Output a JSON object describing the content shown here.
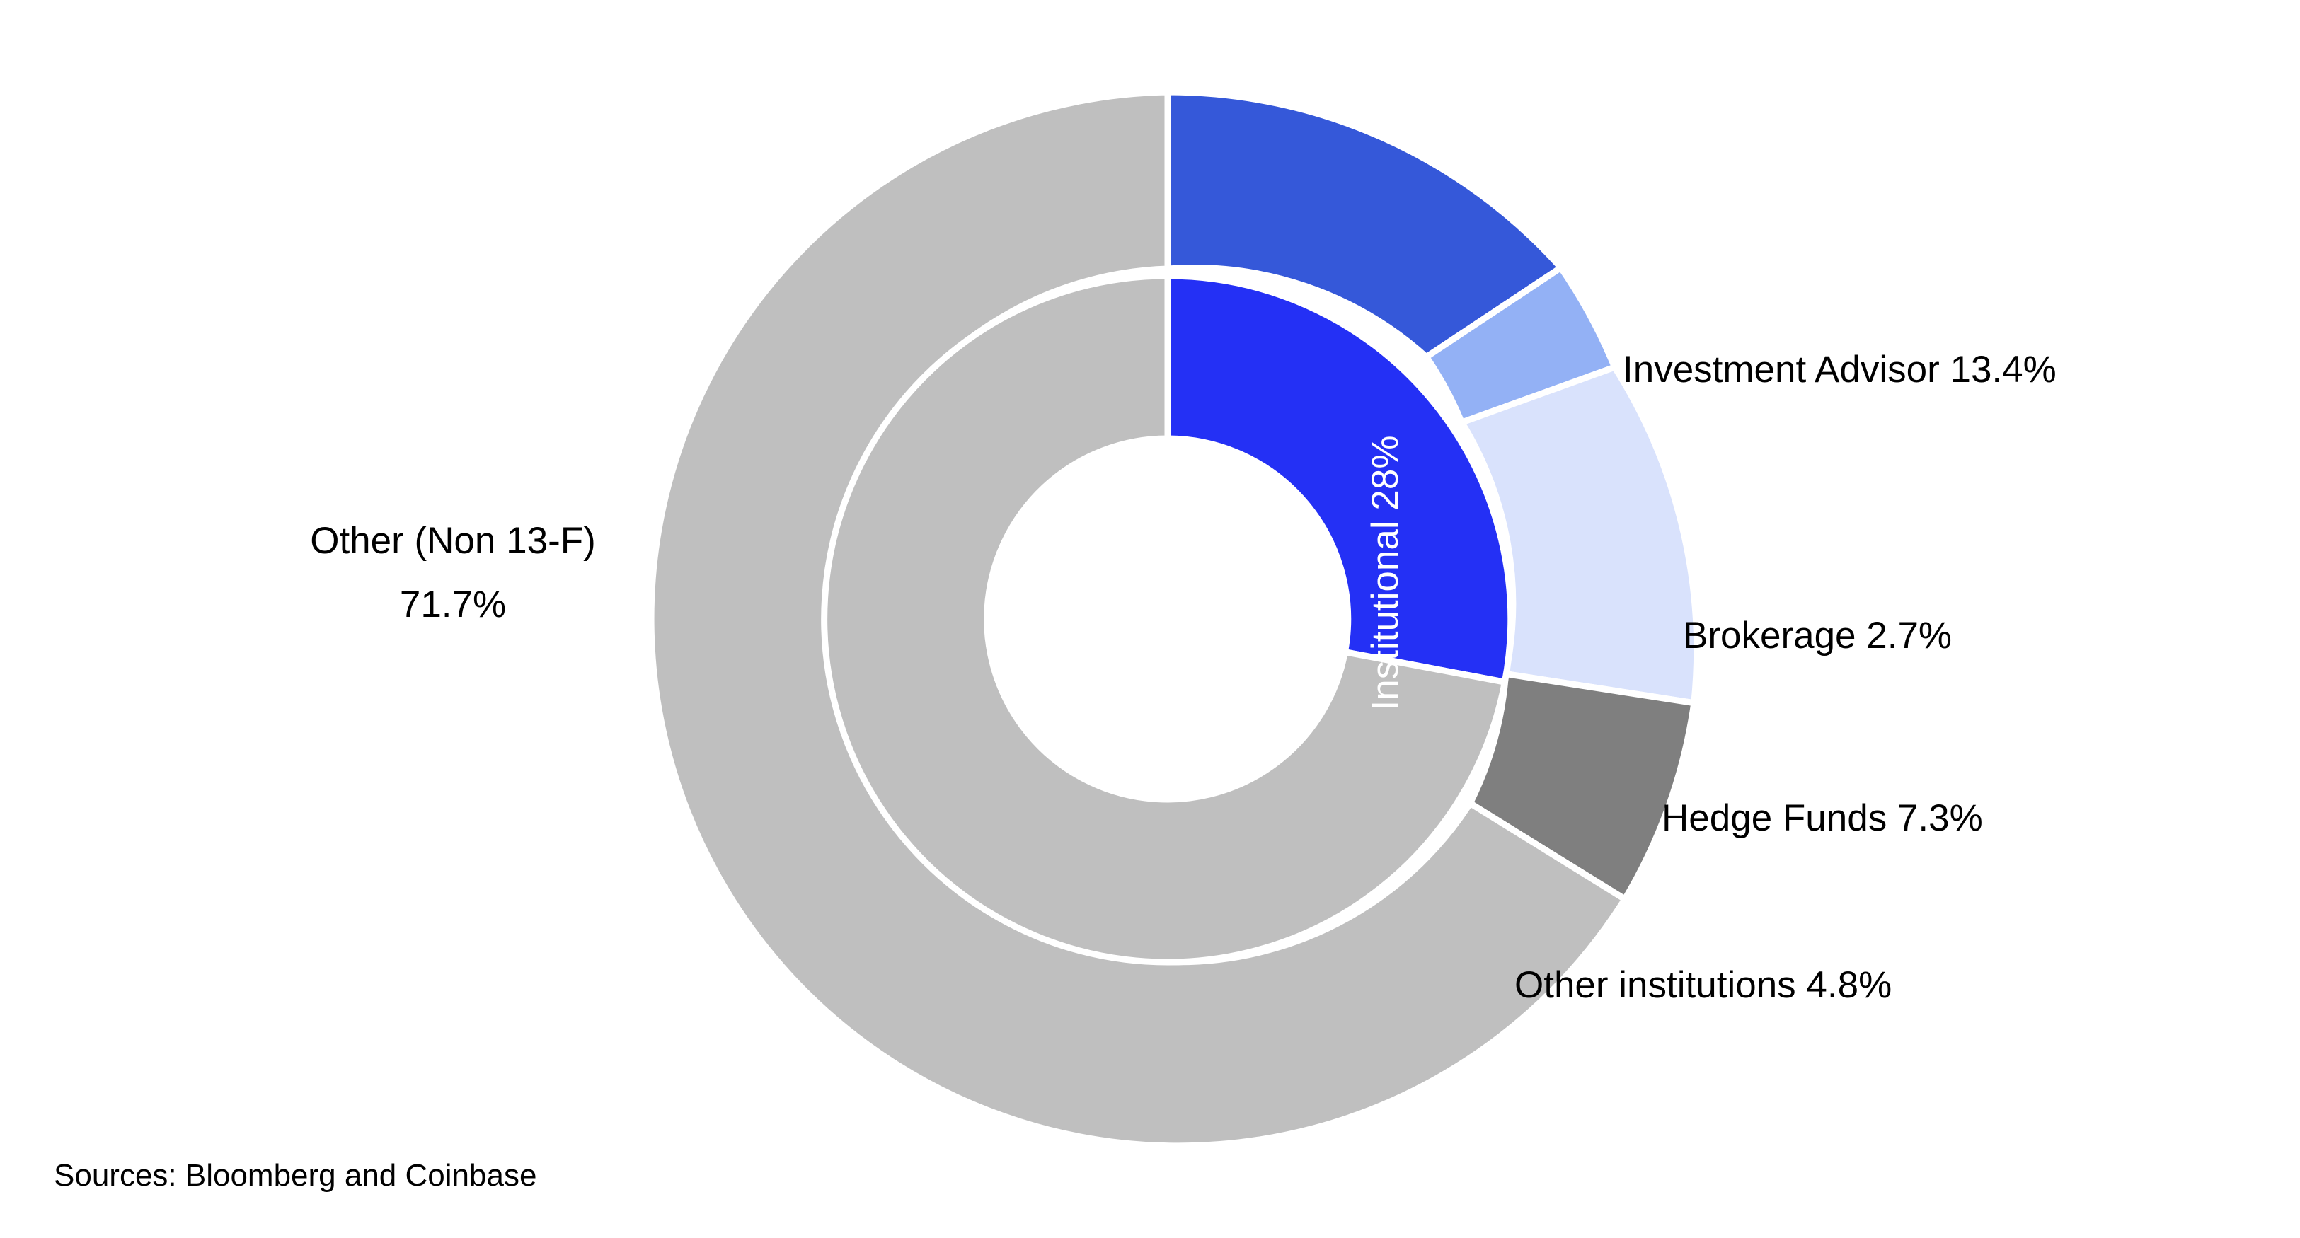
{
  "chart_data": {
    "type": "pie",
    "title": "",
    "subtitle": "",
    "xlabel": "",
    "ylabel": "",
    "grid": false,
    "legend_position": "none",
    "label_suffix": "%",
    "donut": true,
    "rings": [
      {
        "name": "inner",
        "categories": [
          "Institutional",
          "Other (Non 13-F)"
        ],
        "values": [
          28.0,
          71.7
        ],
        "colors": [
          "#2430f5",
          "#bfbfbf"
        ],
        "labels": [
          "Institutional 28%",
          "Other (Non 13-F)\n71.7%"
        ]
      },
      {
        "name": "outer",
        "categories": [
          "Investment Advisor",
          "Brokerage",
          "Hedge Funds",
          "Other institutions",
          "Other (Non 13-F)"
        ],
        "values": [
          13.4,
          2.7,
          7.3,
          4.8,
          71.7
        ],
        "colors": [
          "#3558d9",
          "#93b1f5",
          "#d9e2fc",
          "#7f7f7f",
          "#bfbfbf"
        ],
        "labels": [
          "Investment Advisor 13.4%",
          "Brokerage 2.7%",
          "Hedge Funds 7.3%",
          "Other institutions 4.8%",
          "Other (Non 13-F) 71.7%"
        ]
      }
    ]
  },
  "slices": {
    "investment_advisor": {
      "label": "Investment Advisor 13.4%",
      "name": "Investment Advisor",
      "value": "13.4%",
      "color": "#3558d9"
    },
    "brokerage": {
      "label": "Brokerage 2.7%",
      "name": "Brokerage",
      "value": "2.7%",
      "color": "#93b1f5"
    },
    "hedge_funds": {
      "label": "Hedge Funds 7.3%",
      "name": "Hedge Funds",
      "value": "7.3%",
      "color": "#d9e2fc"
    },
    "other_institutions": {
      "label": "Other institutions 4.8%",
      "name": "Other institutions",
      "value": "4.8%",
      "color": "#7f7f7f"
    },
    "institutional": {
      "label": "Institutional 28%",
      "name": "Institutional",
      "value": "28%",
      "color": "#2430f5"
    },
    "other_non_13f": {
      "label_line1": "Other (Non 13-F)",
      "label_line2": "71.7%",
      "name": "Other (Non 13-F)",
      "value": "71.7%",
      "color": "#bfbfbf"
    }
  },
  "footer": {
    "sources": "Sources: Bloomberg and Coinbase"
  },
  "colors": {
    "background": "#ffffff",
    "text": "#000000",
    "slice_stroke": "#ffffff",
    "accent_blue": "#2430f5"
  }
}
